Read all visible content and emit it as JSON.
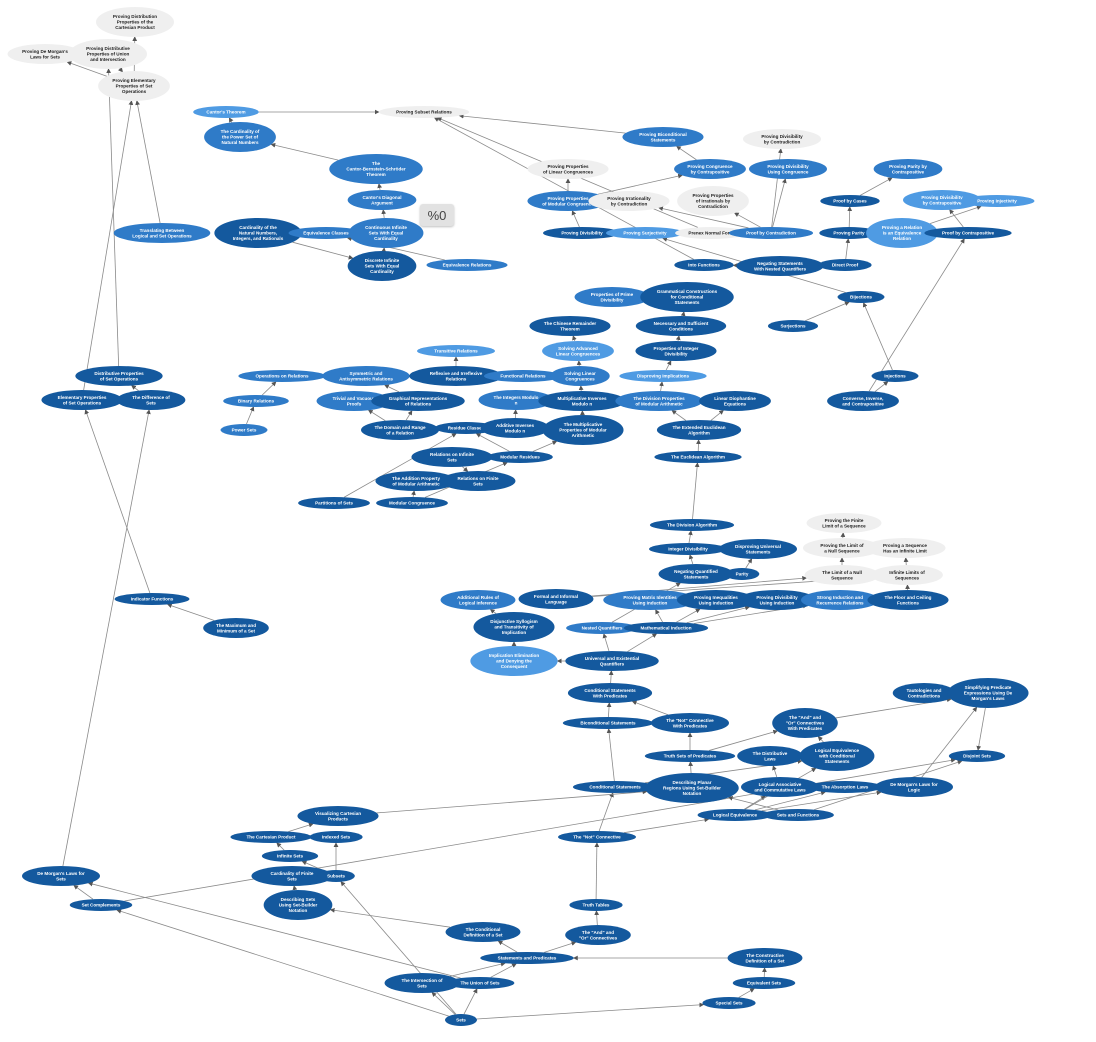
{
  "zoom_badge": "%0",
  "colors": {
    "dark": "#14599e",
    "mid": "#2f7bc8",
    "light": "#4f9be3",
    "pale": "#efefef",
    "edge": "#8a8a8a"
  },
  "nodes": [
    {
      "id": "n1",
      "label": "Proving Distribution|Properties of the|Cartesian Product",
      "style": "pale"
    },
    {
      "id": "n2",
      "label": "Proving De Morgan's|Laws for Sets",
      "style": "pale"
    },
    {
      "id": "n3",
      "label": "Proving Distributive|Properties of Union|and Intersection",
      "style": "pale"
    },
    {
      "id": "n4",
      "label": "Proving Elementary|Properties of Set|Operations",
      "style": "pale"
    },
    {
      "id": "n5",
      "label": "Cantor's Theorem",
      "style": "light"
    },
    {
      "id": "n6",
      "label": "Proving Subset Relations",
      "style": "pale"
    },
    {
      "id": "n7",
      "label": "The Cardinality of|the Power Set of|Natural Numbers",
      "style": "mid"
    },
    {
      "id": "n8",
      "label": "Proving Biconditional|Statements",
      "style": "mid"
    },
    {
      "id": "n9",
      "label": "Proving Divisibility|by Contradiction",
      "style": "pale"
    },
    {
      "id": "n10",
      "label": "The|Cantor-Bernstein-Schröder|Theorem",
      "style": "mid"
    },
    {
      "id": "n11",
      "label": "Proving Properties|of Linear Congruences",
      "style": "pale"
    },
    {
      "id": "n12",
      "label": "Proving Congruence|by Contrapositive",
      "style": "mid"
    },
    {
      "id": "n13",
      "label": "Proving Divisibility|Using Congruence",
      "style": "mid"
    },
    {
      "id": "n14",
      "label": "Proving Parity by|Contrapositive",
      "style": "mid"
    },
    {
      "id": "n15",
      "label": "Cantor's Diagonal|Argument",
      "style": "mid"
    },
    {
      "id": "n16",
      "label": "Proving Properties|of Modular Congruence",
      "style": "mid"
    },
    {
      "id": "n17",
      "label": "Proving Irrationality|by Contradiction",
      "style": "pale"
    },
    {
      "id": "n18",
      "label": "Proving Properties|of Irrationals by|Contradiction",
      "style": "pale"
    },
    {
      "id": "n19",
      "label": "Proof by Cases",
      "style": "dark"
    },
    {
      "id": "n20",
      "label": "Proving Divisibility|by Contrapositive",
      "style": "light"
    },
    {
      "id": "n21",
      "label": "Proving Injectivity",
      "style": "light"
    },
    {
      "id": "n22",
      "label": "Translating Between|Logical and Set Operations",
      "style": "mid"
    },
    {
      "id": "n23",
      "label": "Cardinality of the|Natural Numbers,|Integers, and Rationals",
      "style": "dark"
    },
    {
      "id": "n24",
      "label": "Equivalence Classes",
      "style": "mid"
    },
    {
      "id": "n25",
      "label": "Continuous Infinite|Sets With Equal|Cardinality",
      "style": "mid"
    },
    {
      "id": "n26",
      "label": "Proving Divisibility",
      "style": "dark"
    },
    {
      "id": "n27",
      "label": "Proving Surjectivity",
      "style": "light"
    },
    {
      "id": "n28",
      "label": "Prenex Normal Form",
      "style": "pale"
    },
    {
      "id": "n29",
      "label": "Proof by Contradiction",
      "style": "mid"
    },
    {
      "id": "n30",
      "label": "Proving Parity",
      "style": "dark"
    },
    {
      "id": "n31",
      "label": "Proving a Relation|is an Equivalence|Relation",
      "style": "light"
    },
    {
      "id": "n32",
      "label": "Proof by Contrapositive",
      "style": "dark"
    },
    {
      "id": "n33",
      "label": "Discrete Infinite|Sets With Equal|Cardinality",
      "style": "dark"
    },
    {
      "id": "n34",
      "label": "Equivalence Relations",
      "style": "mid"
    },
    {
      "id": "n35",
      "label": "Into Functions",
      "style": "dark"
    },
    {
      "id": "n36",
      "label": "Negating Statements|With Nested Quantifiers",
      "style": "dark"
    },
    {
      "id": "n37",
      "label": "Direct Proof",
      "style": "dark"
    },
    {
      "id": "n38",
      "label": "Properties of Prime|Divisibility",
      "style": "mid"
    },
    {
      "id": "n39",
      "label": "Grammatical Constructions|for Conditional|Statements",
      "style": "dark"
    },
    {
      "id": "n40",
      "label": "Bijections",
      "style": "dark"
    },
    {
      "id": "n41",
      "label": "The Chinese Remainder|Theorem",
      "style": "dark"
    },
    {
      "id": "n42",
      "label": "Necessary and Sufficient|Conditions",
      "style": "dark"
    },
    {
      "id": "n43",
      "label": "Surjections",
      "style": "dark"
    },
    {
      "id": "n44",
      "label": "Solving Advanced|Linear Congruences",
      "style": "light"
    },
    {
      "id": "n45",
      "label": "Properties of Integer|Divisibility",
      "style": "dark"
    },
    {
      "id": "n46",
      "label": "Transitive Relations",
      "style": "light"
    },
    {
      "id": "n47",
      "label": "Distributive Properties|of Set Operations",
      "style": "dark"
    },
    {
      "id": "n48",
      "label": "Operations on Relations",
      "style": "mid"
    },
    {
      "id": "n49",
      "label": "Symmetric and|Antisymmetric Relations",
      "style": "mid"
    },
    {
      "id": "n50",
      "label": "Reflexive and Irreflexive|Relations",
      "style": "dark"
    },
    {
      "id": "n51",
      "label": "Functional Relations",
      "style": "mid"
    },
    {
      "id": "n52",
      "label": "Solving Linear|Congruences",
      "style": "mid"
    },
    {
      "id": "n53",
      "label": "Disproving Implications",
      "style": "light"
    },
    {
      "id": "n54",
      "label": "Injections",
      "style": "dark"
    },
    {
      "id": "n55",
      "label": "Elementary Properties|of Set Operations",
      "style": "dark"
    },
    {
      "id": "n56",
      "label": "The Difference of|Sets",
      "style": "dark"
    },
    {
      "id": "n57",
      "label": "Binary Relations",
      "style": "mid"
    },
    {
      "id": "n58",
      "label": "Trivial and Vacuous|Proofs",
      "style": "mid"
    },
    {
      "id": "n59",
      "label": "Graphical Representations|of Relations",
      "style": "dark"
    },
    {
      "id": "n60",
      "label": "The Integers Modulo|n",
      "style": "mid"
    },
    {
      "id": "n61",
      "label": "Multiplicative Inverses|Modulo n",
      "style": "dark"
    },
    {
      "id": "n62",
      "label": "The Division Properties|of Modular Arithmetic",
      "style": "mid"
    },
    {
      "id": "n63",
      "label": "Linear Diophantine|Equations",
      "style": "dark"
    },
    {
      "id": "n64",
      "label": "Converse, Inverse,|and Contrapositive",
      "style": "dark"
    },
    {
      "id": "n65",
      "label": "Power Sets",
      "style": "mid"
    },
    {
      "id": "n66",
      "label": "The Domain and Range|of a Relation",
      "style": "dark"
    },
    {
      "id": "n67",
      "label": "Residue Classes",
      "style": "dark"
    },
    {
      "id": "n68",
      "label": "Additive Inverses|Modulo n",
      "style": "dark"
    },
    {
      "id": "n69",
      "label": "The Multiplicative|Properties of Modular|Arithmetic",
      "style": "dark"
    },
    {
      "id": "n70",
      "label": "The Extended Euclidean|Algorithm",
      "style": "dark"
    },
    {
      "id": "n71",
      "label": "Relations on Infinite|Sets",
      "style": "dark"
    },
    {
      "id": "n72",
      "label": "Modular Residues",
      "style": "dark"
    },
    {
      "id": "n73",
      "label": "The Euclidean Algorithm",
      "style": "dark"
    },
    {
      "id": "n74",
      "label": "The Addition Property|of Modular Arithmetic",
      "style": "dark"
    },
    {
      "id": "n75",
      "label": "Relations on Finite|Sets",
      "style": "dark"
    },
    {
      "id": "n76",
      "label": "Partitions of Sets",
      "style": "dark"
    },
    {
      "id": "n77",
      "label": "Modular Congruence",
      "style": "dark"
    },
    {
      "id": "n78",
      "label": "Proving the Finite|Limit of a Sequence",
      "style": "pale"
    },
    {
      "id": "n79",
      "label": "The Division Algorithm",
      "style": "dark"
    },
    {
      "id": "n80",
      "label": "Proving the Limit of|a Null Sequence",
      "style": "pale"
    },
    {
      "id": "n81",
      "label": "Proving a Sequence|Has an Infinite Limit",
      "style": "pale"
    },
    {
      "id": "n82",
      "label": "Integer Divisibility",
      "style": "dark"
    },
    {
      "id": "n83",
      "label": "Disproving Universal|Statements",
      "style": "dark"
    },
    {
      "id": "n84",
      "label": "Negating Quantified|Statements",
      "style": "dark"
    },
    {
      "id": "n85",
      "label": "Parity",
      "style": "dark"
    },
    {
      "id": "n86",
      "label": "The Limit of a Null|Sequence",
      "style": "pale"
    },
    {
      "id": "n87",
      "label": "Infinite Limits of|Sequences",
      "style": "pale"
    },
    {
      "id": "n88",
      "label": "Additional Rules of|Logical Inference",
      "style": "mid"
    },
    {
      "id": "n89",
      "label": "Formal and Informal|Language",
      "style": "dark"
    },
    {
      "id": "n90",
      "label": "Proving Matrix Identities|Using Induction",
      "style": "mid"
    },
    {
      "id": "n91",
      "label": "Proving Inequalities|Using Induction",
      "style": "dark"
    },
    {
      "id": "n92",
      "label": "Proving Divisibility|Using Induction",
      "style": "dark"
    },
    {
      "id": "n93",
      "label": "Strong Induction and|Recurrence Relations",
      "style": "mid"
    },
    {
      "id": "n94",
      "label": "The Floor and Ceiling|Functions",
      "style": "dark"
    },
    {
      "id": "n95",
      "label": "Indicator Functions",
      "style": "dark"
    },
    {
      "id": "n96",
      "label": "Disjunctive Syllogism|and Transitivity of|Implication",
      "style": "dark"
    },
    {
      "id": "n97",
      "label": "Nested Quantifiers",
      "style": "mid"
    },
    {
      "id": "n98",
      "label": "Mathematical Induction",
      "style": "dark"
    },
    {
      "id": "n99",
      "label": "The Maximum and|Minimum of a Set",
      "style": "dark"
    },
    {
      "id": "n100",
      "label": "Implication Elimination|and Denying the|Consequent",
      "style": "light"
    },
    {
      "id": "n101",
      "label": "Universal and Existential|Quantifiers",
      "style": "dark"
    },
    {
      "id": "n102",
      "label": "Conditional Statements|With Predicates",
      "style": "dark"
    },
    {
      "id": "n103",
      "label": "Tautologies and|Contradictions",
      "style": "dark"
    },
    {
      "id": "n104",
      "label": "Simplifying Predicate|Expressions Using De|Morgan's Laws",
      "style": "dark"
    },
    {
      "id": "n105",
      "label": "Biconditional Statements",
      "style": "dark"
    },
    {
      "id": "n106",
      "label": "The \"Not\" Connective|With Predicates",
      "style": "dark"
    },
    {
      "id": "n107",
      "label": "The \"And\" and|\"Or\" Connectives|With Predicates",
      "style": "dark"
    },
    {
      "id": "n108",
      "label": "Truth Sets of Predicates",
      "style": "dark"
    },
    {
      "id": "n109",
      "label": "The Distributive|Laws",
      "style": "dark"
    },
    {
      "id": "n110",
      "label": "Logical Equivalence|with Conditional|Statements",
      "style": "dark"
    },
    {
      "id": "n111",
      "label": "Disjoint Sets",
      "style": "dark"
    },
    {
      "id": "n112",
      "label": "Conditional Statements",
      "style": "dark"
    },
    {
      "id": "n113",
      "label": "Describing Planar|Regions Using Set-Builder|Notation",
      "style": "dark"
    },
    {
      "id": "n114",
      "label": "Logical Associative|and Commutative Laws",
      "style": "dark"
    },
    {
      "id": "n115",
      "label": "The Absorption Laws",
      "style": "dark"
    },
    {
      "id": "n116",
      "label": "De Morgan's Laws for|Logic",
      "style": "dark"
    },
    {
      "id": "n117",
      "label": "Visualizing Cartesian|Products",
      "style": "dark"
    },
    {
      "id": "n118",
      "label": "Logical Equivalence",
      "style": "dark"
    },
    {
      "id": "n119",
      "label": "Sets and Functions",
      "style": "dark"
    },
    {
      "id": "n120",
      "label": "The Cartesian Product",
      "style": "dark"
    },
    {
      "id": "n121",
      "label": "Indexed Sets",
      "style": "dark"
    },
    {
      "id": "n122",
      "label": "The \"Not\" Connective",
      "style": "dark"
    },
    {
      "id": "n123",
      "label": "Infinite Sets",
      "style": "dark"
    },
    {
      "id": "n124",
      "label": "De Morgan's Laws for|Sets",
      "style": "dark"
    },
    {
      "id": "n125",
      "label": "Cardinality of Finite|Sets",
      "style": "dark"
    },
    {
      "id": "n126",
      "label": "Subsets",
      "style": "dark"
    },
    {
      "id": "n127",
      "label": "Set Complements",
      "style": "dark"
    },
    {
      "id": "n128",
      "label": "Describing Sets|Using Set-Builder|Notation",
      "style": "dark"
    },
    {
      "id": "n129",
      "label": "Truth Tables",
      "style": "dark"
    },
    {
      "id": "n130",
      "label": "The Conditional|Definition of a Set",
      "style": "dark"
    },
    {
      "id": "n131",
      "label": "The \"And\" and|\"Or\" Connectives",
      "style": "dark"
    },
    {
      "id": "n132",
      "label": "Statements and Predicates",
      "style": "dark"
    },
    {
      "id": "n133",
      "label": "The Constructive|Definition of a Set",
      "style": "dark"
    },
    {
      "id": "n134",
      "label": "The Intersection of|Sets",
      "style": "dark"
    },
    {
      "id": "n135",
      "label": "The Union of Sets",
      "style": "dark"
    },
    {
      "id": "n136",
      "label": "Equivalent Sets",
      "style": "dark"
    },
    {
      "id": "n137",
      "label": "Special Sets",
      "style": "dark"
    },
    {
      "id": "n138",
      "label": "Sets",
      "style": "dark"
    }
  ],
  "edges": [
    [
      "n138",
      "n135"
    ],
    [
      "n138",
      "n134"
    ],
    [
      "n138",
      "n137"
    ],
    [
      "n138",
      "n127"
    ],
    [
      "n138",
      "n126"
    ],
    [
      "n135",
      "n132"
    ],
    [
      "n134",
      "n132"
    ],
    [
      "n137",
      "n136"
    ],
    [
      "n136",
      "n133"
    ],
    [
      "n133",
      "n132"
    ],
    [
      "n132",
      "n130"
    ],
    [
      "n132",
      "n131"
    ],
    [
      "n131",
      "n129"
    ],
    [
      "n129",
      "n122"
    ],
    [
      "n130",
      "n128"
    ],
    [
      "n128",
      "n125"
    ],
    [
      "n126",
      "n123"
    ],
    [
      "n126",
      "n121"
    ],
    [
      "n126",
      "n125"
    ],
    [
      "n127",
      "n124"
    ],
    [
      "n127",
      "n111"
    ],
    [
      "n135",
      "n124"
    ],
    [
      "n123",
      "n120"
    ],
    [
      "n121",
      "n120"
    ],
    [
      "n120",
      "n117"
    ],
    [
      "n122",
      "n118"
    ],
    [
      "n122",
      "n112"
    ],
    [
      "n119",
      "n111"
    ],
    [
      "n118",
      "n116"
    ],
    [
      "n118",
      "n115"
    ],
    [
      "n118",
      "n114"
    ],
    [
      "n118",
      "n110"
    ],
    [
      "n114",
      "n109"
    ],
    [
      "n112",
      "n105"
    ],
    [
      "n112",
      "n110"
    ],
    [
      "n113",
      "n108"
    ],
    [
      "n108",
      "n106"
    ],
    [
      "n108",
      "n107"
    ],
    [
      "n105",
      "n102"
    ],
    [
      "n106",
      "n102"
    ],
    [
      "n107",
      "n104"
    ],
    [
      "n116",
      "n104"
    ],
    [
      "n102",
      "n101"
    ],
    [
      "n101",
      "n100"
    ],
    [
      "n101",
      "n98"
    ],
    [
      "n101",
      "n97"
    ],
    [
      "n98",
      "n91"
    ],
    [
      "n98",
      "n92"
    ],
    [
      "n98",
      "n90"
    ],
    [
      "n98",
      "n93"
    ],
    [
      "n97",
      "n84"
    ],
    [
      "n84",
      "n82"
    ],
    [
      "n82",
      "n79"
    ],
    [
      "n79",
      "n73"
    ],
    [
      "n73",
      "n70"
    ],
    [
      "n70",
      "n63"
    ],
    [
      "n70",
      "n62"
    ],
    [
      "n89",
      "n87"
    ],
    [
      "n89",
      "n86"
    ],
    [
      "n86",
      "n80"
    ],
    [
      "n87",
      "n81"
    ],
    [
      "n80",
      "n78"
    ],
    [
      "n85",
      "n83"
    ],
    [
      "n96",
      "n88"
    ],
    [
      "n100",
      "n96"
    ],
    [
      "n99",
      "n95"
    ],
    [
      "n95",
      "n55"
    ],
    [
      "n124",
      "n56"
    ],
    [
      "n56",
      "n47"
    ],
    [
      "n55",
      "n4"
    ],
    [
      "n47",
      "n3"
    ],
    [
      "n3",
      "n4"
    ],
    [
      "n4",
      "n2"
    ],
    [
      "n4",
      "n1"
    ],
    [
      "n22",
      "n4"
    ],
    [
      "n65",
      "n57"
    ],
    [
      "n57",
      "n48"
    ],
    [
      "n66",
      "n58"
    ],
    [
      "n66",
      "n59"
    ],
    [
      "n59",
      "n49"
    ],
    [
      "n49",
      "n50"
    ],
    [
      "n50",
      "n46"
    ],
    [
      "n34",
      "n24"
    ],
    [
      "n24",
      "n23"
    ],
    [
      "n23",
      "n33"
    ],
    [
      "n33",
      "n25"
    ],
    [
      "n25",
      "n15"
    ],
    [
      "n15",
      "n10"
    ],
    [
      "n10",
      "n7"
    ],
    [
      "n7",
      "n5"
    ],
    [
      "n5",
      "n6"
    ],
    [
      "n77",
      "n74"
    ],
    [
      "n77",
      "n72"
    ],
    [
      "n72",
      "n67"
    ],
    [
      "n72",
      "n69"
    ],
    [
      "n69",
      "n61"
    ],
    [
      "n68",
      "n60"
    ],
    [
      "n61",
      "n52"
    ],
    [
      "n52",
      "n44"
    ],
    [
      "n44",
      "n41"
    ],
    [
      "n62",
      "n53"
    ],
    [
      "n53",
      "n45"
    ],
    [
      "n45",
      "n42"
    ],
    [
      "n42",
      "n39"
    ],
    [
      "n39",
      "n38"
    ],
    [
      "n26",
      "n16"
    ],
    [
      "n16",
      "n11"
    ],
    [
      "n16",
      "n12"
    ],
    [
      "n12",
      "n8"
    ],
    [
      "n29",
      "n17"
    ],
    [
      "n29",
      "n18"
    ],
    [
      "n29",
      "n9"
    ],
    [
      "n29",
      "n13"
    ],
    [
      "n37",
      "n36"
    ],
    [
      "n37",
      "n30"
    ],
    [
      "n30",
      "n19"
    ],
    [
      "n19",
      "n14"
    ],
    [
      "n32",
      "n20"
    ],
    [
      "n32",
      "n31"
    ],
    [
      "n31",
      "n21"
    ],
    [
      "n54",
      "n40"
    ],
    [
      "n43",
      "n40"
    ],
    [
      "n40",
      "n27"
    ],
    [
      "n64",
      "n32"
    ],
    [
      "n64",
      "n54"
    ],
    [
      "n36",
      "n35"
    ],
    [
      "n28",
      "n6"
    ],
    [
      "n8",
      "n6"
    ],
    [
      "n35",
      "n6"
    ],
    [
      "n71",
      "n75"
    ],
    [
      "n74",
      "n75"
    ],
    [
      "n76",
      "n67"
    ],
    [
      "n67",
      "n66"
    ],
    [
      "n94",
      "n87"
    ],
    [
      "n104",
      "n111"
    ],
    [
      "n103",
      "n104"
    ],
    [
      "n119",
      "n113"
    ],
    [
      "n117",
      "n113"
    ],
    [
      "n110",
      "n107"
    ]
  ]
}
